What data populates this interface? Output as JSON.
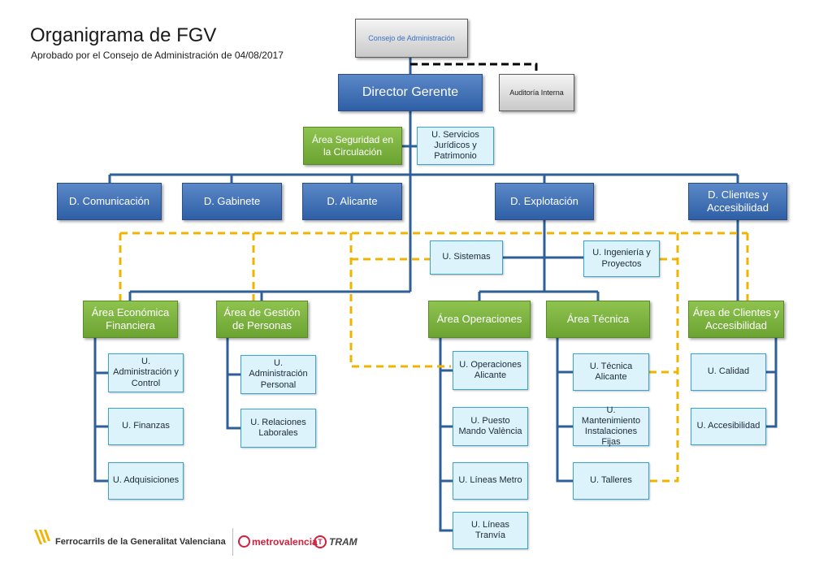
{
  "header": {
    "title": "Organigrama de FGV",
    "subtitle": "Aprobado por el Consejo de Administración de 04/08/2017"
  },
  "colors": {
    "director": "#2f5fa6",
    "area": "#6ba331",
    "unit_fill": "#dcf3fb",
    "unit_border": "#3aa3d2",
    "connector": "#2e5f9b",
    "dashed_black": "#000000",
    "dashed_yellow": "#f0b400"
  },
  "nodes": {
    "consejo": "Consejo de Administración",
    "director": "Director Gerente",
    "auditoria": "Auditoría Interna",
    "seguridad": "Área Seguridad en la Circulación",
    "juridicos": "U. Servicios Jurídicos y Patrimonio",
    "d_comunicacion": "D. Comunicación",
    "d_gabinete": "D. Gabinete",
    "d_alicante": "D. Alicante",
    "d_explotacion": "D. Explotación",
    "d_clientes": "D. Clientes y Accesibilidad",
    "u_sistemas": "U. Sistemas",
    "u_ingenieria": "U. Ingeniería y Proyectos",
    "a_economica": "Área Económica Financiera",
    "a_personas": "Área de Gestión de Personas",
    "a_operaciones": "Área Operaciones",
    "a_tecnica": "Área Técnica",
    "a_clientes": "Área de Clientes  y Accesibilidad",
    "u_admin_control": "U. Administración y Control",
    "u_finanzas": "U. Finanzas",
    "u_adquisiciones": "U. Adquisiciones",
    "u_admin_personal": "U. Administración Personal",
    "u_relaciones": "U. Relaciones Laborales",
    "u_op_alicante": "U. Operaciones Alicante",
    "u_puesto_mando": "U. Puesto Mando València",
    "u_lineas_metro": "U. Líneas Metro",
    "u_lineas_tranvia": "U. Líneas Tranvía",
    "u_tecnica_alicante": "U. Técnica Alicante",
    "u_mantenimiento": "U. Mantenimiento Instalaciones Fijas",
    "u_talleres": "U. Talleres",
    "u_calidad": "U. Calidad",
    "u_accesibilidad": "U. Accesibilidad"
  },
  "footer": {
    "fgv": "Ferrocarrils de la Generalitat Valenciana",
    "metro": "metrovalencia",
    "tram": "TRAM",
    "tram_icon": "T"
  }
}
